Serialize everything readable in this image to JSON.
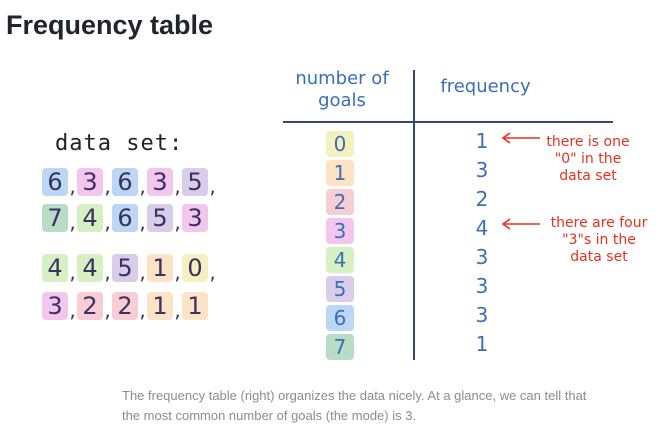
{
  "title": "Frequency table",
  "data_set_label": "data set:",
  "data_rows": [
    [
      {
        "v": "6",
        "c": "#bcd6f5"
      },
      {
        "v": "3",
        "c": "#f3c6ee"
      },
      {
        "v": "6",
        "c": "#bcd6f5"
      },
      {
        "v": "3",
        "c": "#f3c6ee"
      },
      {
        "v": "5",
        "c": "#d9cdea"
      }
    ],
    [
      {
        "v": "7",
        "c": "#b9dcc7"
      },
      {
        "v": "4",
        "c": "#d7f0c3"
      },
      {
        "v": "6",
        "c": "#bcd6f5"
      },
      {
        "v": "5",
        "c": "#d9cdea"
      },
      {
        "v": "3",
        "c": "#f3c6ee"
      }
    ],
    [
      {
        "v": "4",
        "c": "#d7f0c3"
      },
      {
        "v": "4",
        "c": "#d7f0c3"
      },
      {
        "v": "5",
        "c": "#d9cdea"
      },
      {
        "v": "1",
        "c": "#fde3c6"
      },
      {
        "v": "0",
        "c": "#f6f0c0"
      }
    ],
    [
      {
        "v": "3",
        "c": "#f3c6ee"
      },
      {
        "v": "2",
        "c": "#f8cdd3"
      },
      {
        "v": "2",
        "c": "#f8cdd3"
      },
      {
        "v": "1",
        "c": "#fde3c6"
      },
      {
        "v": "1",
        "c": "#fde3c6"
      }
    ]
  ],
  "row_trailing_comma": [
    true,
    false,
    true,
    false
  ],
  "table": {
    "goals_header": [
      "number of",
      "goals"
    ],
    "frequency_header": "frequency",
    "rows": [
      {
        "goal": "0",
        "freq": "1",
        "c": "#f6f0c0"
      },
      {
        "goal": "1",
        "freq": "3",
        "c": "#fde3c6"
      },
      {
        "goal": "2",
        "freq": "2",
        "c": "#f8cdd3"
      },
      {
        "goal": "3",
        "freq": "4",
        "c": "#f3c6ee"
      },
      {
        "goal": "4",
        "freq": "3",
        "c": "#d7f0c3"
      },
      {
        "goal": "5",
        "freq": "3",
        "c": "#d9cdea"
      },
      {
        "goal": "6",
        "freq": "3",
        "c": "#bcd6f5"
      },
      {
        "goal": "7",
        "freq": "1",
        "c": "#b9dcc7"
      }
    ]
  },
  "annotations": [
    {
      "lines": [
        "there is one",
        "\"0\" in the",
        "data set"
      ]
    },
    {
      "lines": [
        "there are four",
        "\"3\"s in the",
        "data set"
      ]
    }
  ],
  "caption": "The frequency table (right) organizes the data nicely. At a glance, we can tell that the most common number of goals (the mode) is 3.",
  "colors": {
    "annotation": "#e8311f",
    "table_text": "#3b6fb6",
    "rule": "#33486b"
  }
}
